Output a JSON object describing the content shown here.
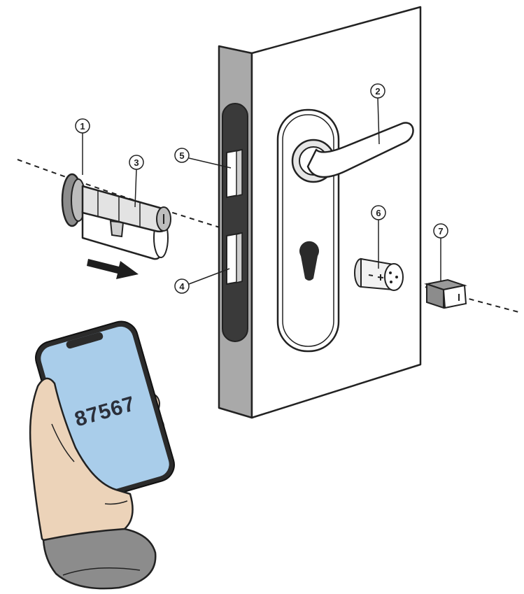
{
  "colors": {
    "door_edge": "#a9a9a9",
    "door_face": "#ffffff",
    "slot": "#3c3c3c",
    "screen": "#a9cdea",
    "skin": "#ecd3b9",
    "sleeve": "#8c8c8c",
    "arrow": "#1e1e1e"
  },
  "callouts": [
    {
      "id": "cylinder-flange",
      "number": "1"
    },
    {
      "id": "handle",
      "number": "2"
    },
    {
      "id": "cylinder-body",
      "number": "3"
    },
    {
      "id": "lower-bolt",
      "number": "4"
    },
    {
      "id": "latch-bolt",
      "number": "5"
    },
    {
      "id": "battery",
      "number": "6"
    },
    {
      "id": "battery-cap",
      "number": "7"
    }
  ],
  "phone": {
    "screen_code": "87567"
  },
  "icons": {
    "arrow": "right-arrow-icon",
    "path": "dashed-assembly-axis"
  }
}
